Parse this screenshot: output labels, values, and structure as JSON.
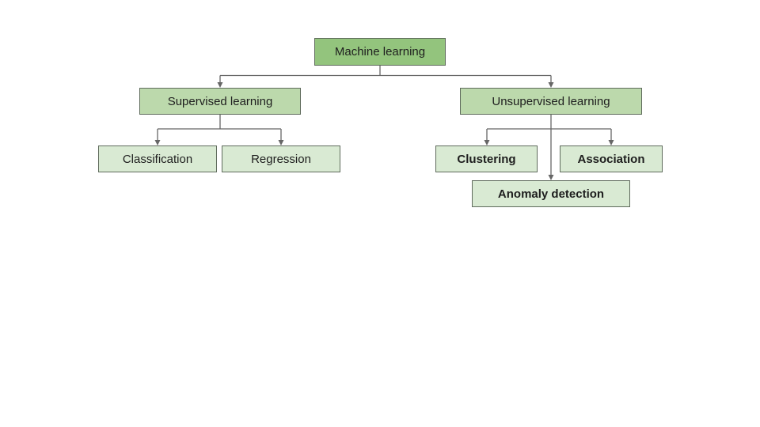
{
  "diagram": {
    "description": "Machine learning taxonomy tree diagram",
    "colors": {
      "level1_fill": "#93C47D",
      "level2_fill": "#BCD9AC",
      "level3_fill": "#D9EAD3",
      "border": "#5f6b5c",
      "connector": "#666666",
      "text": "#1e1e1e",
      "background": "#ffffff"
    },
    "nodes": [
      {
        "id": "machine-learning",
        "label": "Machine learning",
        "level": 1,
        "bold": false,
        "parent": null
      },
      {
        "id": "supervised-learning",
        "label": "Supervised learning",
        "level": 2,
        "bold": false,
        "parent": "machine-learning"
      },
      {
        "id": "unsupervised-learning",
        "label": "Unsupervised learning",
        "level": 2,
        "bold": false,
        "parent": "machine-learning"
      },
      {
        "id": "classification",
        "label": "Classification",
        "level": 3,
        "bold": false,
        "parent": "supervised-learning"
      },
      {
        "id": "regression",
        "label": "Regression",
        "level": 3,
        "bold": false,
        "parent": "supervised-learning"
      },
      {
        "id": "clustering",
        "label": "Clustering",
        "level": 3,
        "bold": true,
        "parent": "unsupervised-learning"
      },
      {
        "id": "association",
        "label": "Association",
        "level": 3,
        "bold": true,
        "parent": "unsupervised-learning"
      },
      {
        "id": "anomaly-detection",
        "label": "Anomaly detection",
        "level": 3,
        "bold": true,
        "parent": "unsupervised-learning"
      }
    ],
    "edges": [
      {
        "from": "machine-learning",
        "to": "supervised-learning"
      },
      {
        "from": "machine-learning",
        "to": "unsupervised-learning"
      },
      {
        "from": "supervised-learning",
        "to": "classification"
      },
      {
        "from": "supervised-learning",
        "to": "regression"
      },
      {
        "from": "unsupervised-learning",
        "to": "clustering"
      },
      {
        "from": "unsupervised-learning",
        "to": "association"
      },
      {
        "from": "unsupervised-learning",
        "to": "anomaly-detection"
      }
    ]
  }
}
